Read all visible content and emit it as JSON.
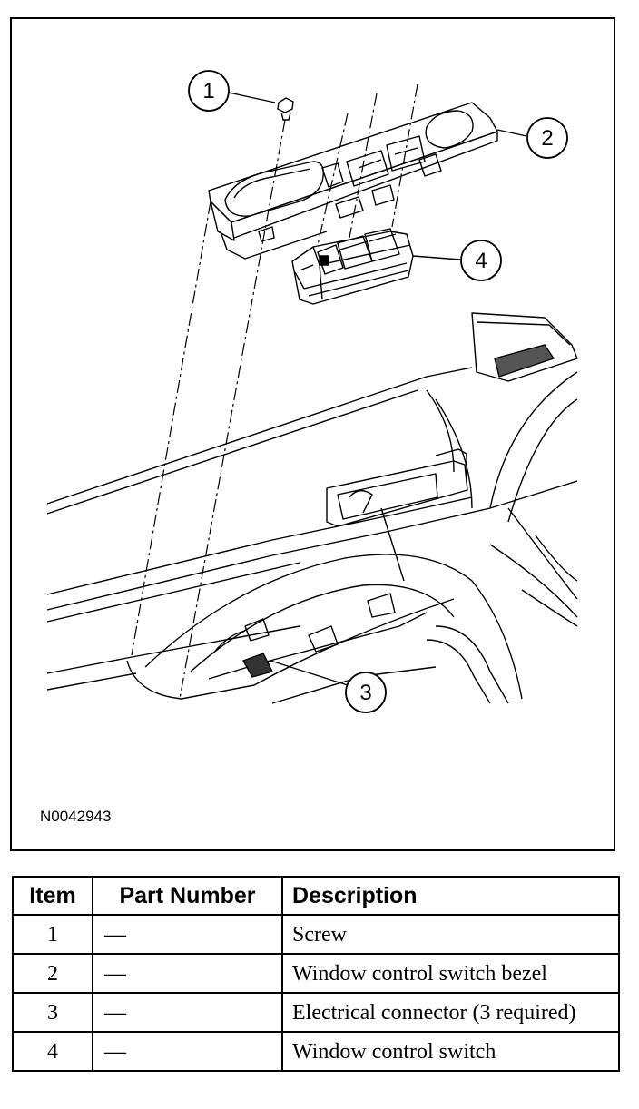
{
  "figure": {
    "id": "N0042943",
    "callouts": [
      "1",
      "2",
      "3",
      "4"
    ]
  },
  "parts_table": {
    "headers": [
      "Item",
      "Part Number",
      "Description"
    ],
    "rows": [
      {
        "item": "1",
        "part_number": "—",
        "description": "Screw"
      },
      {
        "item": "2",
        "part_number": "—",
        "description": "Window control switch bezel"
      },
      {
        "item": "3",
        "part_number": "—",
        "description": "Electrical connector (3 required)"
      },
      {
        "item": "4",
        "part_number": "—",
        "description": "Window control switch"
      }
    ]
  }
}
